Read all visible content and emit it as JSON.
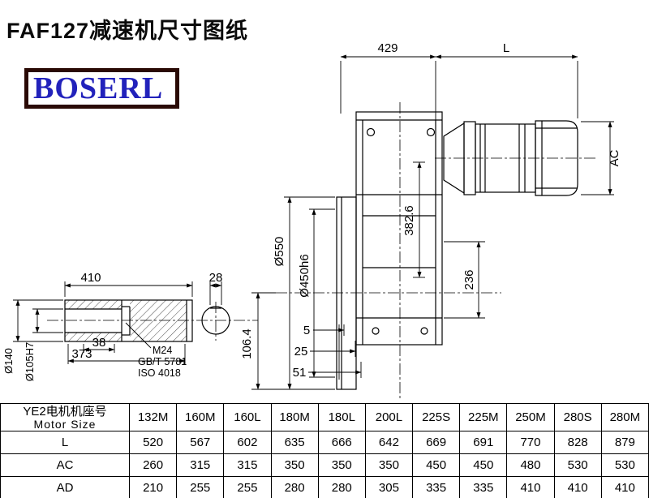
{
  "page": {
    "title": "FAF127减速机尺寸图纸",
    "logo": "BOSERL"
  },
  "drawing": {
    "top_dim": "429",
    "top_dim_l": "L",
    "ac": "AC",
    "inner_dia": "382.6",
    "flange_dia": "Ø550",
    "spigot_dia": "Ø450h6",
    "right_height": "236",
    "step_5": "5",
    "step_25": "25",
    "step_51": "51",
    "center_height": "106.4",
    "shaft": {
      "length": "410",
      "key_width": "28",
      "len_38": "38",
      "len_373": "373",
      "thread": "M24",
      "std_gb": "GB/T 5781",
      "std_iso": "ISO 4018",
      "outer_dia": "Ø140",
      "bore_dia": "Ø105H7"
    }
  },
  "table": {
    "header_cn": "YE2电机机座号",
    "header_en": "Motor Size",
    "columns": [
      "132M",
      "160M",
      "160L",
      "180M",
      "180L",
      "200L",
      "225S",
      "225M",
      "250M",
      "280S",
      "280M"
    ],
    "rows": [
      {
        "label": "L",
        "values": [
          520,
          567,
          602,
          635,
          666,
          642,
          669,
          691,
          770,
          828,
          879
        ]
      },
      {
        "label": "AC",
        "values": [
          260,
          315,
          315,
          350,
          350,
          350,
          450,
          450,
          480,
          530,
          530
        ]
      },
      {
        "label": "AD",
        "values": [
          210,
          255,
          255,
          280,
          280,
          305,
          335,
          335,
          410,
          410,
          410
        ]
      }
    ]
  }
}
